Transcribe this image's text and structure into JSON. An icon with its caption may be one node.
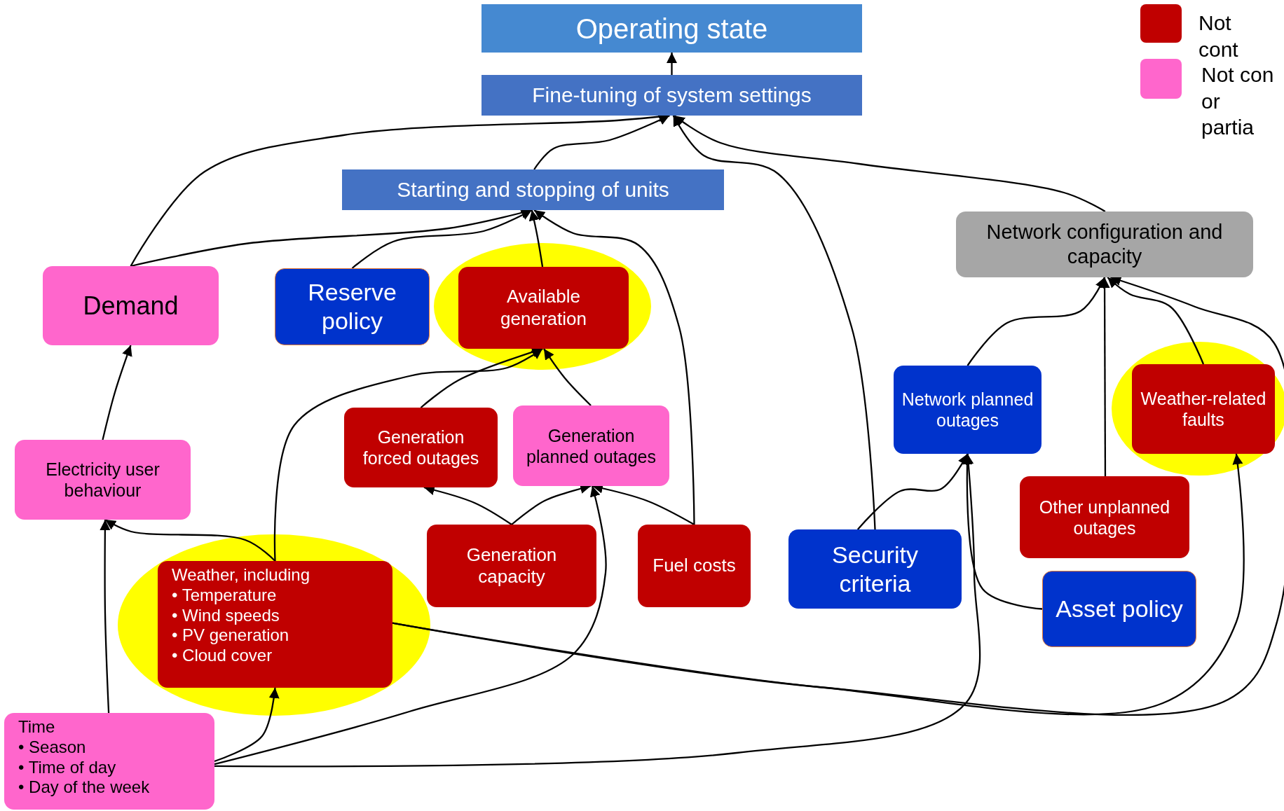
{
  "diagram": {
    "nodes": [
      {
        "text": [
          "Operating state"
        ]
      },
      {
        "text": [
          "Fine-tuning of system settings"
        ]
      },
      {
        "text": [
          "Starting and stopping of units"
        ]
      },
      {
        "text": [
          "Demand"
        ]
      },
      {
        "text": [
          "Reserve policy"
        ]
      },
      {
        "text": [],
        "shape": "ellipse"
      },
      {
        "text": [
          "Available generation"
        ],
        "in": 5
      },
      {
        "text": [
          "Network configuration and capacity"
        ]
      },
      {
        "text": [
          "Electricity user behaviour"
        ]
      },
      {
        "text": [
          "Generation forced outages"
        ]
      },
      {
        "text": [
          "Generation planned outages"
        ]
      },
      {
        "text": [
          "Network planned outages"
        ]
      },
      {
        "text": [],
        "shape": "ellipse"
      },
      {
        "text": [
          "Weather-related faults"
        ],
        "in": 12
      },
      {
        "text": [
          "Other unplanned outages"
        ]
      },
      {
        "text": [
          "Generation capacity"
        ]
      },
      {
        "text": [
          "Fuel costs"
        ]
      },
      {
        "text": [
          "Security criteria"
        ]
      },
      {
        "text": [
          "Asset policy"
        ]
      },
      {
        "text": [],
        "shape": "ellipse"
      },
      {
        "text": [
          "Weather, including",
          "• Temperature",
          "• Wind speeds",
          "• PV generation",
          "• Cloud cover"
        ],
        "in": 19
      },
      {
        "text": [
          "Time",
          "• Season",
          "• Time of day",
          "• Day of the week"
        ]
      }
    ],
    "edges": [
      {
        "from": 1,
        "to": 0,
        "arrow": "to"
      },
      {
        "from": 2,
        "to": 1,
        "arrow": "to"
      },
      {
        "from": 3,
        "to": 1,
        "arrow": "to"
      },
      {
        "from": 3,
        "to": 2,
        "arrow": "to"
      },
      {
        "from": 4,
        "to": 2,
        "arrow": "to"
      },
      {
        "from": 6,
        "to": 2,
        "arrow": "to"
      },
      {
        "from": 16,
        "to": 2,
        "arrow": "to"
      },
      {
        "from": 17,
        "to": 1,
        "arrow": "to"
      },
      {
        "from": 7,
        "to": 1,
        "arrow": "to"
      },
      {
        "from": 17,
        "to": 11,
        "arrow": "to"
      },
      {
        "from": 8,
        "to": 3,
        "arrow": "to"
      },
      {
        "from": 20,
        "to": 8,
        "arrow": "to"
      },
      {
        "from": 20,
        "to": 6,
        "arrow": "to"
      },
      {
        "from": 9,
        "to": 6,
        "arrow": "to"
      },
      {
        "from": 10,
        "to": 6,
        "arrow": "to"
      },
      {
        "from": 15,
        "to": 9,
        "arrow": "to"
      },
      {
        "from": 15,
        "to": 10,
        "arrow": "to"
      },
      {
        "from": 16,
        "to": 10,
        "arrow": "to"
      },
      {
        "from": 21,
        "to": 10,
        "arrow": "to"
      },
      {
        "from": 21,
        "to": 8,
        "arrow": "to"
      },
      {
        "from": 21,
        "to": 20,
        "arrow": "to"
      },
      {
        "from": 21,
        "to": 11,
        "arrow": "to"
      },
      {
        "from": 18,
        "to": 11,
        "arrow": "to"
      },
      {
        "from": 11,
        "to": 7,
        "arrow": "to"
      },
      {
        "from": 14,
        "to": 7,
        "arrow": "to"
      },
      {
        "from": 13,
        "to": 7,
        "arrow": "to"
      },
      {
        "from": 20,
        "to": 13,
        "arrow": "to"
      },
      {
        "from": 20,
        "to": 7,
        "arrow": "to"
      }
    ],
    "legend": [
      {
        "text": "Not cont",
        "color": "#c00000"
      },
      {
        "text": "Not con or partia",
        "color": "#ff66cc"
      }
    ]
  }
}
